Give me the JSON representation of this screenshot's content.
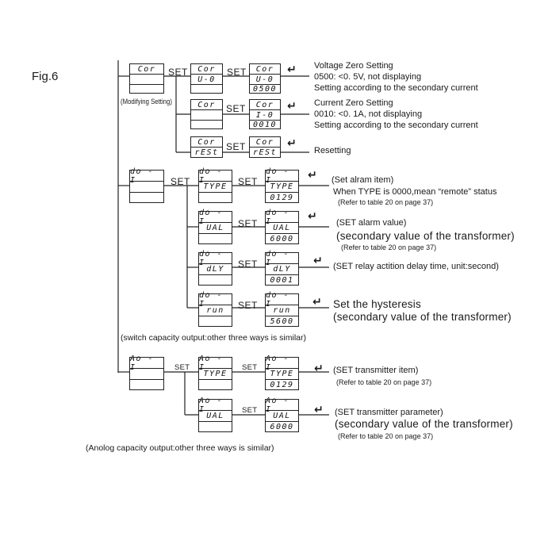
{
  "figure": {
    "label": "Fig.6"
  },
  "set_label": "SET",
  "enter_icon": "return-arrow-icon",
  "colors": {
    "line": "#222222",
    "text": "#1a1a1a",
    "background": "#ffffff"
  },
  "groups": {
    "cor": {
      "root": {
        "top": "Cor",
        "mid": "",
        "bot": ""
      },
      "note": "(Modifying Setting)",
      "items": [
        {
          "name": "voltage-zero",
          "box1": {
            "top": "Cor",
            "mid": "U-0"
          },
          "box2": {
            "top": "Cor",
            "mid": "U-0",
            "bot": "0500"
          },
          "desc": [
            "Voltage Zero Setting",
            "0500: <0. 5V, not displaying",
            "Setting according to the secondary current"
          ]
        },
        {
          "name": "current-zero",
          "box2": {
            "top": "Cor",
            "mid": "I-0",
            "bot": "0010"
          },
          "desc": [
            "Current Zero Setting",
            "0010: <0. 1A, not displaying",
            "Setting according to the secondary current"
          ]
        },
        {
          "name": "reset",
          "box1": {
            "top": "Cor",
            "mid": "rESt"
          },
          "box2": {
            "top": "Cor",
            "mid": "rESt"
          },
          "desc": [
            "Resetting"
          ]
        }
      ]
    },
    "do": {
      "root": {
        "top": "do - I",
        "mid": "",
        "bot": ""
      },
      "note": "(switch capacity output:other three ways is similar)",
      "items": [
        {
          "name": "alarm-item",
          "box1": {
            "top": "do - I",
            "mid": "TYPE"
          },
          "box2": {
            "top": "do - I",
            "mid": "TYPE",
            "bot": "0129"
          },
          "desc": [
            "(Set alram item)",
            "When TYPE  is 0000,mean “remote” status",
            "(Refer to table 20 on page 37)"
          ]
        },
        {
          "name": "alarm-value",
          "box1": {
            "top": "do - I",
            "mid": "UAL"
          },
          "box2": {
            "top": "do - I",
            "mid": "UAL",
            "bot": "6000"
          },
          "desc": [
            "(SET  alarm  value)",
            "(secondary value of the transformer)",
            "(Refer to table 20 on page 37)"
          ]
        },
        {
          "name": "delay-time",
          "box1": {
            "top": "do - I",
            "mid": "dLY"
          },
          "box2": {
            "top": "do - I",
            "mid": "dLY",
            "bot": "0001"
          },
          "desc": [
            "(SET  relay  actition  delay  time, unit:second)"
          ]
        },
        {
          "name": "hysteresis",
          "box1": {
            "top": "do - I",
            "mid": "run"
          },
          "box2": {
            "top": "do - I",
            "mid": "run",
            "bot": "5600"
          },
          "desc": [
            "Set the hysteresis",
            "(secondary value of the transformer)"
          ]
        }
      ]
    },
    "ao": {
      "root": {
        "top": "Ao - I",
        "mid": "",
        "bot": ""
      },
      "note": "(Anolog capacity output:other three ways is similar)",
      "items": [
        {
          "name": "transmitter-item",
          "box1": {
            "top": "Ao - I",
            "mid": "TYPE"
          },
          "box2": {
            "top": "Ao - I",
            "mid": "TYPE",
            "bot": "0129"
          },
          "desc": [
            "(SET  transmitter  item)",
            "(Refer to table 20 on page 37)"
          ]
        },
        {
          "name": "transmitter-parameter",
          "box1": {
            "top": "Ao - I",
            "mid": "UAL"
          },
          "box2": {
            "top": "Ao - I",
            "mid": "UAL",
            "bot": "6000"
          },
          "desc": [
            "(SET  transmitter  parameter)",
            "(secondary value of the transformer)",
            "(Refer to table 20 on page 37)"
          ]
        }
      ]
    }
  }
}
